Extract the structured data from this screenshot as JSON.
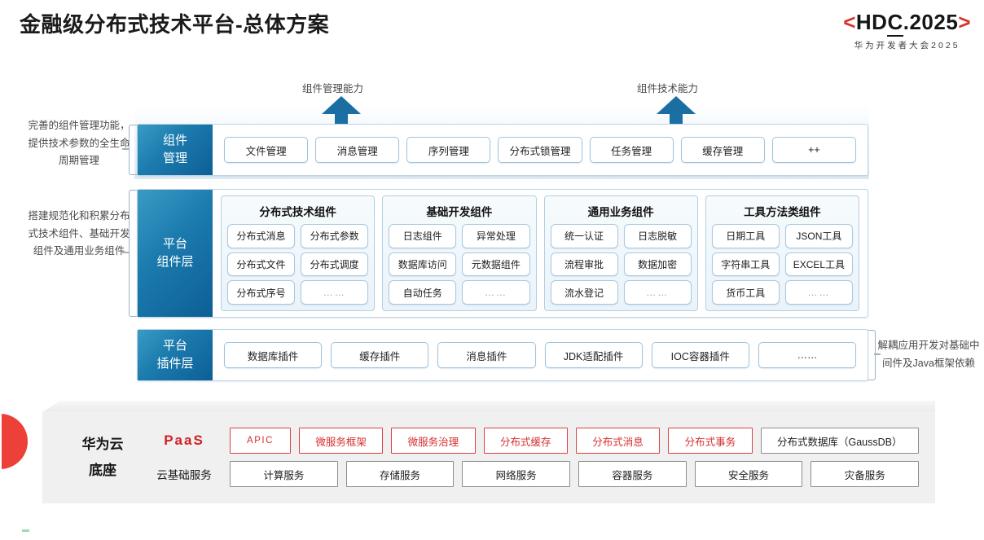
{
  "header": {
    "title": "金融级分布式技术平台-总体方案",
    "logo_bracket_left": "<",
    "logo_text_h": "HD",
    "logo_text_c": "C",
    "logo_text_year": ".2025",
    "logo_bracket_right": ">",
    "logo_sub": "华为开发者大会2025"
  },
  "callouts": {
    "left_arrow_label": "组件管理能力",
    "right_arrow_label": "组件技术能力"
  },
  "notes": {
    "left_top": "完善的组件管理功能，提供技术参数的全生命周期管理",
    "left_mid": "搭建规范化和积累分布式技术组件、基础开发组件及通用业务组件",
    "right_bottom": "解耦应用开发对基础中间件及Java框架依赖"
  },
  "layers": {
    "management": {
      "label_line1": "组件",
      "label_line2": "管理",
      "items": [
        "文件管理",
        "消息管理",
        "序列管理",
        "分布式锁管理",
        "任务管理",
        "缓存管理",
        "++"
      ]
    },
    "component": {
      "label_line1": "平台",
      "label_line2": "组件层",
      "groups": [
        {
          "title": "分布式技术组件",
          "items": [
            "分布式消息",
            "分布式参数",
            "分布式文件",
            "分布式调度",
            "分布式序号",
            "……"
          ]
        },
        {
          "title": "基础开发组件",
          "items": [
            "日志组件",
            "异常处理",
            "数据库访问",
            "元数据组件",
            "自动任务",
            "……"
          ]
        },
        {
          "title": "通用业务组件",
          "items": [
            "统一认证",
            "日志脱敏",
            "流程审批",
            "数据加密",
            "流水登记",
            "……"
          ]
        },
        {
          "title": "工具方法类组件",
          "items": [
            "日期工具",
            "JSON工具",
            "字符串工具",
            "EXCEL工具",
            "货币工具",
            "……"
          ]
        }
      ]
    },
    "plugin": {
      "label_line1": "平台",
      "label_line2": "插件层",
      "items": [
        "数据库插件",
        "缓存插件",
        "消息插件",
        "JDK适配插件",
        "IOC容器插件",
        "……"
      ]
    }
  },
  "base": {
    "title_line1": "华为云",
    "title_line2": "底座",
    "paas_label": "PaaS",
    "infra_label": "云基础服务",
    "paas_items": [
      "APIC",
      "微服务框架",
      "微服务治理",
      "分布式缓存",
      "分布式消息",
      "分布式事务",
      "分布式数据库（GaussDB）"
    ],
    "infra_items": [
      "计算服务",
      "存储服务",
      "网络服务",
      "容器服务",
      "安全服务",
      "灾备服务"
    ]
  },
  "colors": {
    "brand_red": "#d9322c",
    "layer_blue_dark": "#0d5f96",
    "layer_blue_light": "#3a9bc4",
    "paas_red": "#cf2027",
    "arc_blue": "#1f47d6",
    "wedge_red": "#ec4038"
  }
}
